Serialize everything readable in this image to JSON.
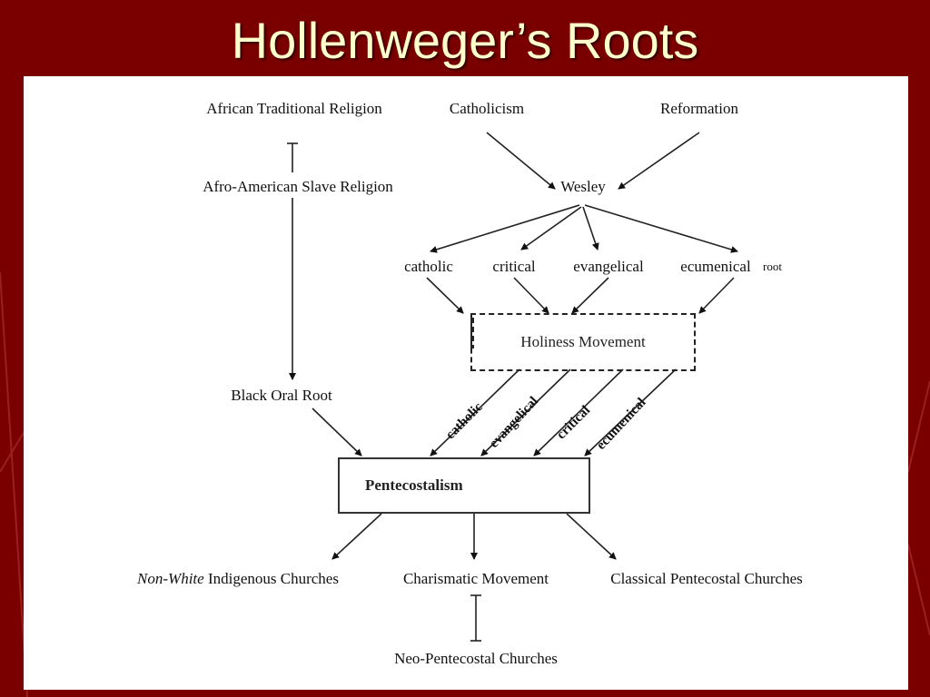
{
  "slide": {
    "title": "Hollenweger’s Roots",
    "colors": {
      "background": "#7a0000",
      "title": "#ffffcc",
      "panel": "#ffffff"
    }
  },
  "diagram": {
    "top_sources": {
      "african": "African Traditional Religion",
      "catholicism": "Catholicism",
      "reformation": "Reformation"
    },
    "afro_american": "Afro-American Slave Religion",
    "wesley": "Wesley",
    "wesley_roots": [
      "catholic",
      "critical",
      "evangelical",
      "ecumenical"
    ],
    "root_suffix": "root",
    "holiness": "Holiness Movement",
    "black_oral_root": "Black Oral Root",
    "holiness_to_pentecostalism_labels": [
      "catholic",
      "evangelical",
      "critical",
      "ecumenical"
    ],
    "pentecostalism": "Pentecostalism",
    "outcomes": {
      "non_white_prefix": "Non-White",
      "non_white_rest": " Indigenous Churches",
      "charismatic": "Charismatic Movement",
      "classical": "Classical Pentecostal Churches"
    },
    "neo_pentecostal": "Neo-Pentecostal Churches"
  }
}
